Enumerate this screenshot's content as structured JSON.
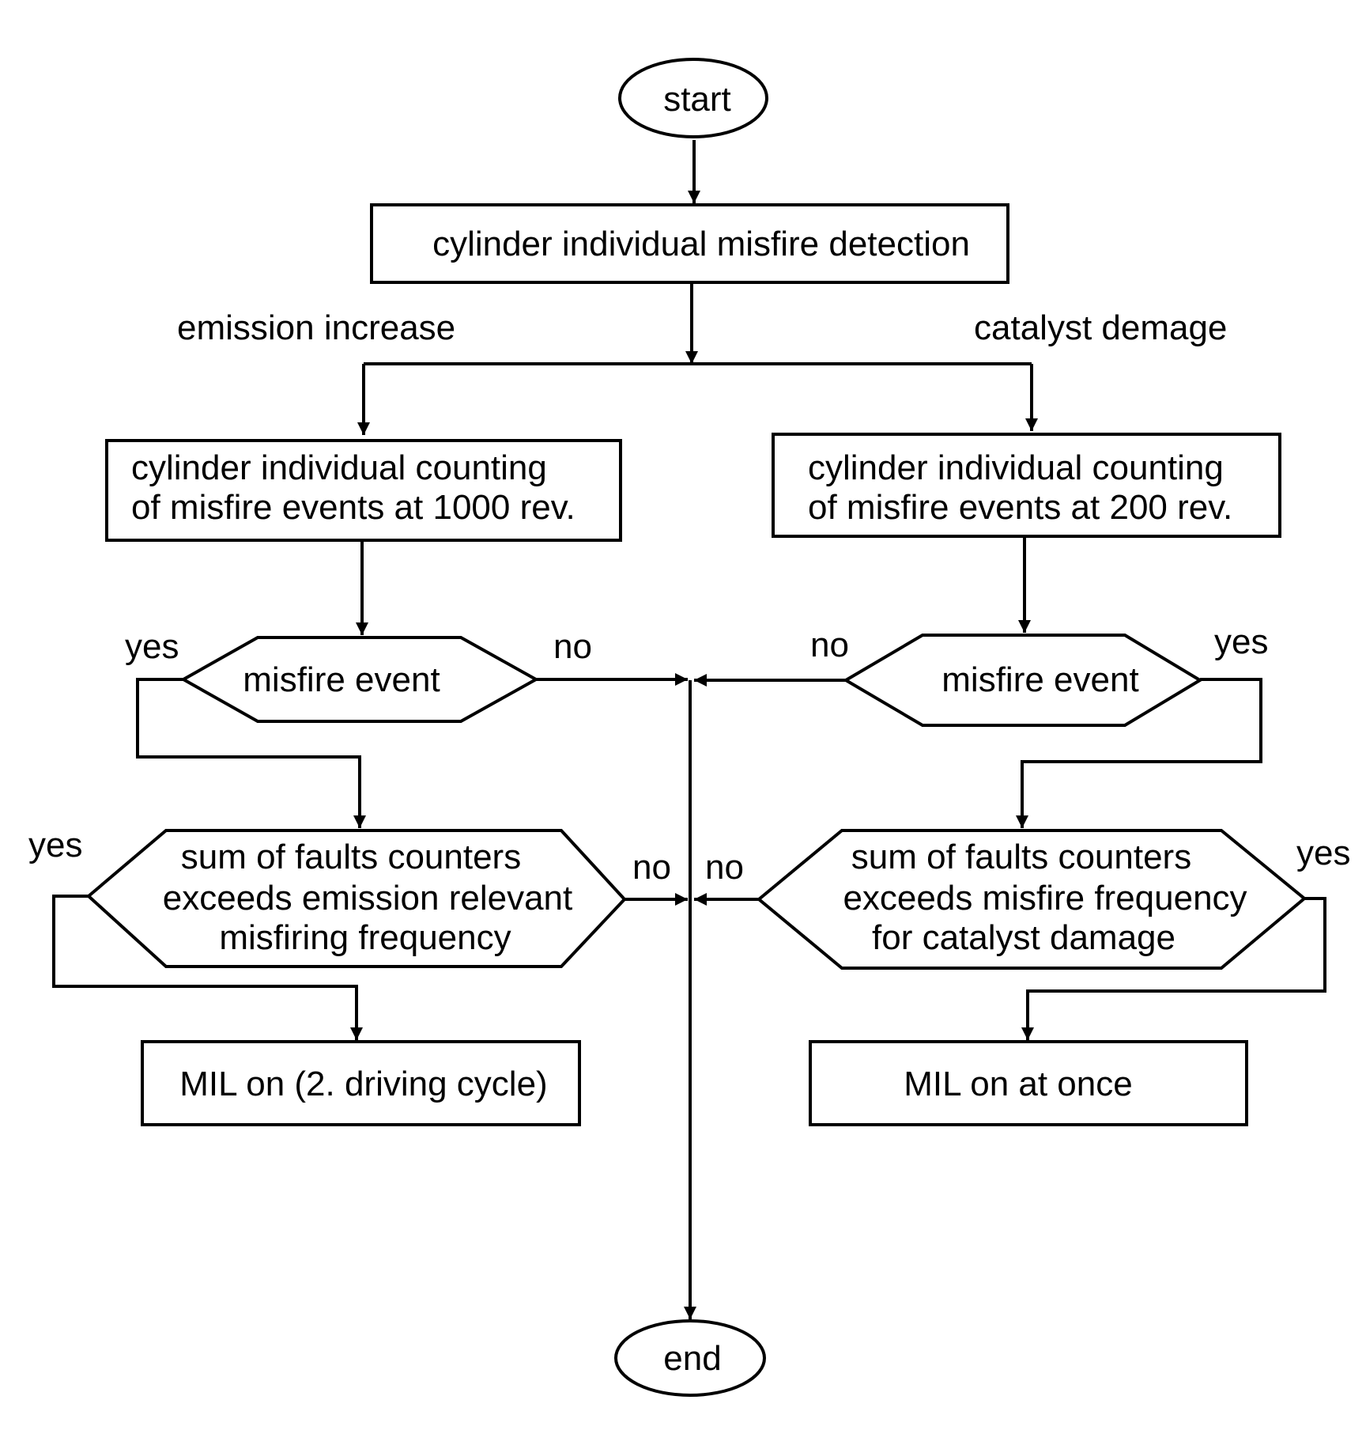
{
  "nodes": {
    "start": "start",
    "detection": "cylinder individual misfire detection",
    "count_emission": [
      "cylinder individual counting",
      "of misfire events at 1000 rev."
    ],
    "count_catalyst": [
      "cylinder individual counting",
      "of misfire events at 200 rev."
    ],
    "misfire_left": "misfire event",
    "misfire_right": "misfire event",
    "sum_emission": [
      "sum of faults counters",
      "exceeds emission relevant",
      "misfiring frequency"
    ],
    "sum_catalyst": [
      "sum of faults counters",
      "exceeds misfire frequency",
      "for catalyst damage"
    ],
    "mil_emission": "MIL on (2. driving cycle)",
    "mil_catalyst": "MIL on at once",
    "end": "end"
  },
  "branch_labels": {
    "emission_increase": "emission increase",
    "catalyst_damage": "catalyst demage"
  },
  "edge_labels": {
    "misfire_left_yes": "yes",
    "misfire_left_no": "no",
    "misfire_right_no": "no",
    "misfire_right_yes": "yes",
    "sum_emission_yes": "yes",
    "sum_emission_no": "no",
    "sum_catalyst_no": "no",
    "sum_catalyst_yes": "yes"
  },
  "colors": {
    "stroke": "#000000",
    "fill": "#ffffff",
    "background": "#ffffff"
  }
}
